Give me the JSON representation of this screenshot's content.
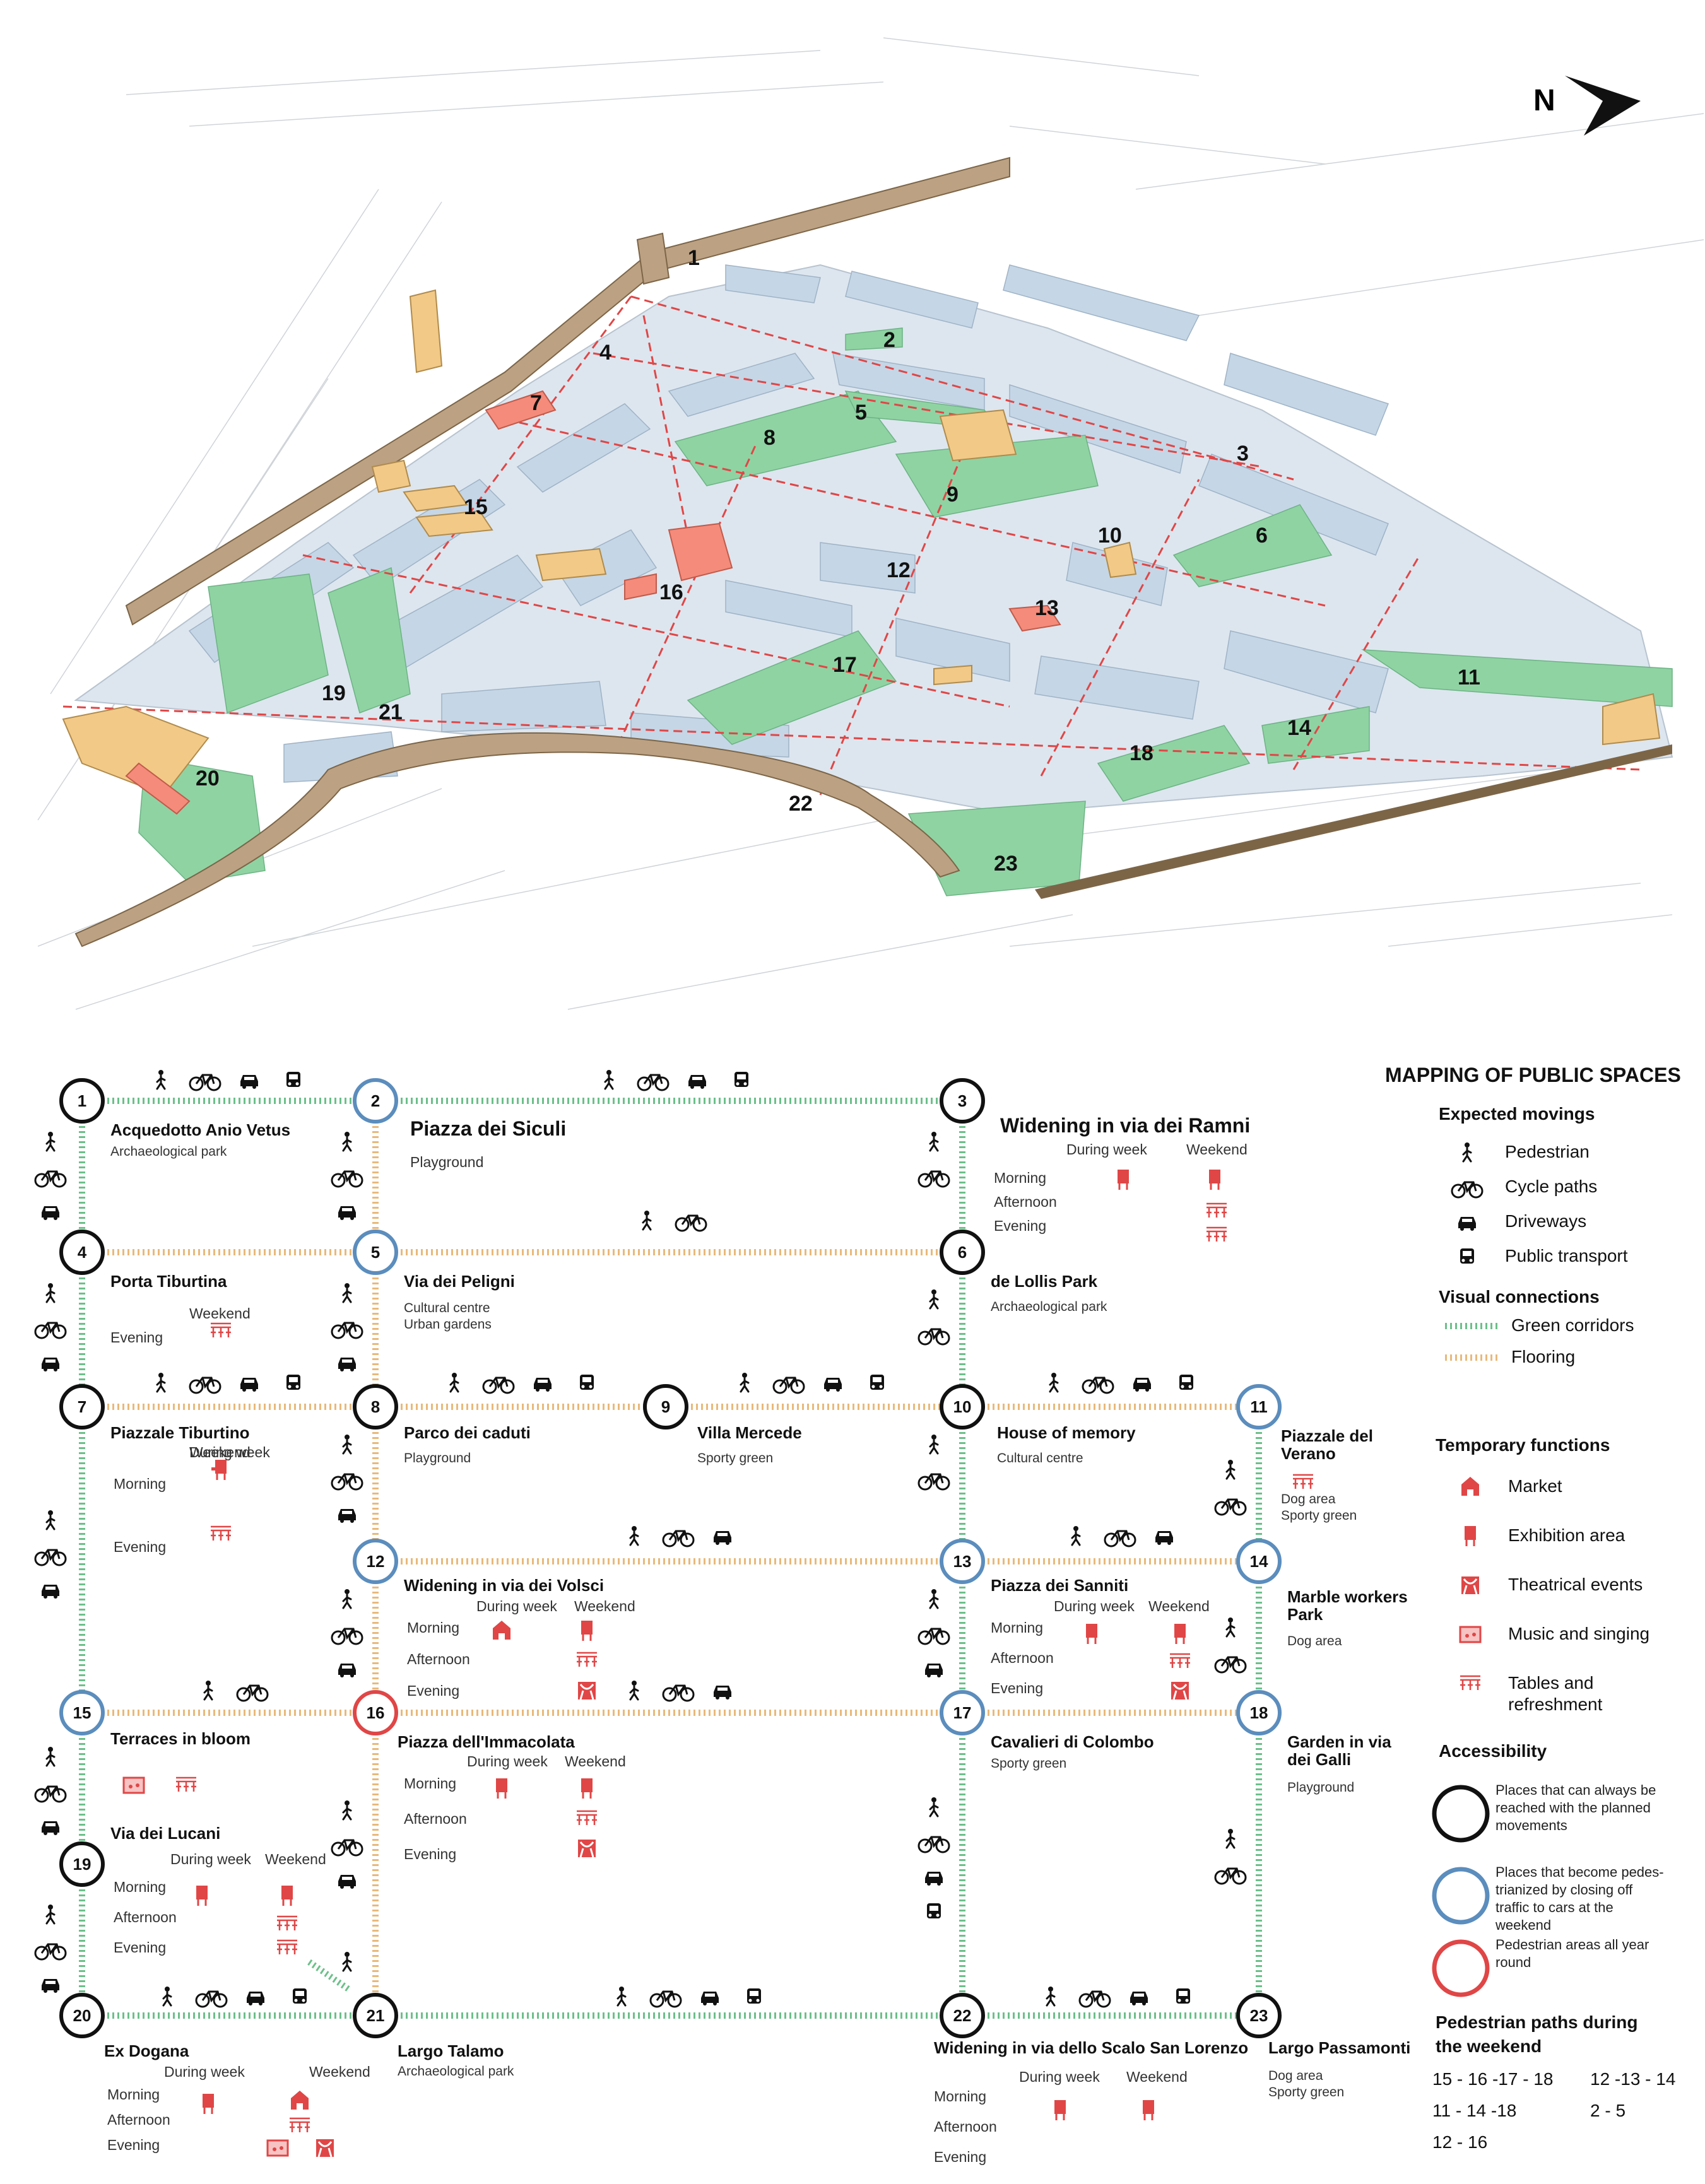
{
  "map": {
    "north_label": "N",
    "labels": [
      "1",
      "2",
      "3",
      "4",
      "5",
      "6",
      "7",
      "8",
      "9",
      "10",
      "11",
      "12",
      "13",
      "14",
      "15",
      "16",
      "17",
      "18",
      "19",
      "20",
      "21",
      "22",
      "23"
    ]
  },
  "legend": {
    "title": "MAPPING OF PUBLIC SPACES",
    "expected_movings": {
      "heading": "Expected movings",
      "items": [
        {
          "icon": "pedestrian-icon",
          "label": "Pedestrian"
        },
        {
          "icon": "bicycle-icon",
          "label": "Cycle paths"
        },
        {
          "icon": "car-icon",
          "label": "Driveways"
        },
        {
          "icon": "bus-icon",
          "label": "Public transport"
        }
      ]
    },
    "visual_connections": {
      "heading": "Visual connections",
      "items": [
        {
          "label": "Green corridors",
          "color": "#6cc08a"
        },
        {
          "label": "Flooring",
          "color": "#e9b97a"
        }
      ]
    },
    "temporary_functions": {
      "heading": "Temporary functions",
      "items": [
        {
          "icon": "market-icon",
          "label": "Market"
        },
        {
          "icon": "exhibition-icon",
          "label": "Exhibition area"
        },
        {
          "icon": "theatre-icon",
          "label": "Theatrical events"
        },
        {
          "icon": "music-icon",
          "label": "Music and singing"
        },
        {
          "icon": "tables-icon",
          "label": "Tables and",
          "label2": "refreshment"
        }
      ]
    },
    "accessibility": {
      "heading": "Accessibility",
      "items": [
        {
          "color": "#111111",
          "lines": [
            "Places that can always be",
            "reached with the planned",
            "movements"
          ]
        },
        {
          "color": "#5b8dbd",
          "lines": [
            "Places that become pedes-",
            "trianized by closing off",
            "traffic to cars at the",
            "weekend"
          ]
        },
        {
          "color": "#e04646",
          "lines": [
            "Pedestrian areas all year",
            "round"
          ]
        }
      ]
    },
    "pedestrian_paths": {
      "heading": "Pedestrian paths during",
      "heading2": "the weekend",
      "items": [
        "15 - 16 -17 - 18",
        "12 -13 - 14",
        "11 - 14 -18",
        "2 - 5",
        "12 - 16"
      ]
    }
  },
  "places": [
    {
      "num": "1",
      "name": "Acquedotto Anio Vetus",
      "sub": [
        "Archaeological park"
      ]
    },
    {
      "num": "2",
      "name": "Piazza dei Siculi",
      "sub": [
        "Playground"
      ]
    },
    {
      "num": "3",
      "name": "Widening in via dei Ramni",
      "cols": [
        "During week",
        "Weekend"
      ],
      "times": [
        "Morning",
        "Afternoon",
        "Evening"
      ]
    },
    {
      "num": "4",
      "name": "Porta Tiburtina",
      "cols": [
        "Weekend"
      ],
      "times": [
        "Evening"
      ]
    },
    {
      "num": "5",
      "name": "Via dei Peligni",
      "sub": [
        "Cultural centre",
        "Urban gardens"
      ]
    },
    {
      "num": "6",
      "name": "de Lollis Park",
      "sub": [
        "Archaeological park"
      ]
    },
    {
      "num": "7",
      "name": "Piazzale Tiburtino",
      "cols": [
        "During week",
        "Weekend"
      ],
      "times": [
        "Morning",
        "Evening"
      ]
    },
    {
      "num": "8",
      "name": "Parco dei caduti",
      "sub": [
        "Playground"
      ]
    },
    {
      "num": "9",
      "name": "Villa Mercede",
      "sub": [
        "Sporty green"
      ]
    },
    {
      "num": "10",
      "name": "House of memory",
      "sub": [
        "Cultural centre"
      ]
    },
    {
      "num": "11",
      "name": "Piazzale del",
      "name2": "Verano",
      "sub": [
        "Dog area",
        "Sporty green"
      ]
    },
    {
      "num": "12",
      "name": "Widening in via dei Volsci",
      "cols": [
        "During week",
        "Weekend"
      ],
      "times": [
        "Morning",
        "Afternoon",
        "Evening"
      ]
    },
    {
      "num": "13",
      "name": "Piazza dei Sanniti",
      "cols": [
        "During week",
        "Weekend"
      ],
      "times": [
        "Morning",
        "Afternoon",
        "Evening"
      ]
    },
    {
      "num": "14",
      "name": "Marble workers",
      "name2": "Park",
      "sub": [
        "Dog area"
      ]
    },
    {
      "num": "15",
      "name": "Terraces in bloom"
    },
    {
      "num": "16",
      "name": "Piazza dell'Immacolata",
      "cols": [
        "During week",
        "Weekend"
      ],
      "times": [
        "Morning",
        "Afternoon",
        "Evening"
      ]
    },
    {
      "num": "17",
      "name": "Cavalieri di Colombo",
      "sub": [
        "Sporty green"
      ]
    },
    {
      "num": "18",
      "name": "Garden in via",
      "name2": "dei Galli",
      "sub": [
        "Playground"
      ]
    },
    {
      "num": "19",
      "name": "Via dei Lucani",
      "cols": [
        "During week",
        "Weekend"
      ],
      "times": [
        "Morning",
        "Afternoon",
        "Evening"
      ]
    },
    {
      "num": "20",
      "name": "Ex Dogana",
      "cols": [
        "During week",
        "Weekend"
      ],
      "times": [
        "Morning",
        "Afternoon",
        "Evening"
      ]
    },
    {
      "num": "21",
      "name": "Largo Talamo",
      "sub": [
        "Archaeological park"
      ]
    },
    {
      "num": "22",
      "name": "Widening in via dello Scalo San Lorenzo",
      "cols": [
        "During week",
        "Weekend"
      ],
      "times": [
        "Morning",
        "Afternoon",
        "Evening"
      ]
    },
    {
      "num": "23",
      "name": "Largo Passamonti",
      "sub": [
        "Dog area",
        "Sporty green"
      ]
    }
  ],
  "colors": {
    "green": "#6cc08a",
    "flooring": "#e9b97a",
    "red": "#e04646",
    "blue": "#5b8dbd",
    "black": "#111111",
    "park": "#8fd3a3",
    "building": "#f2c987",
    "landmark": "#f48b7b",
    "wall": "#bca183",
    "road": "#ffffff",
    "block": "#c5d6e6"
  }
}
